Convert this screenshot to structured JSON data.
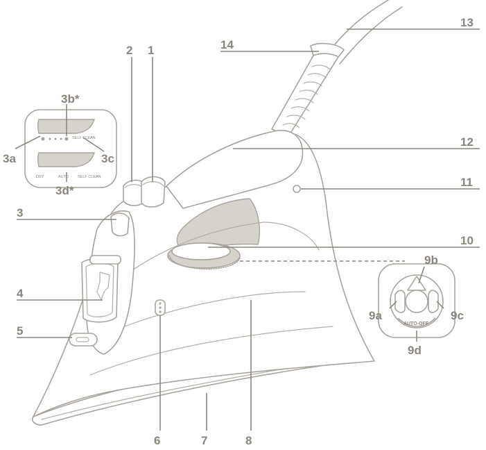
{
  "callouts": {
    "c1": "1",
    "c2": "2",
    "c3": "3",
    "c3a": "3a",
    "c3b": "3b*",
    "c3c": "3c",
    "c3d": "3d*",
    "c4": "4",
    "c5": "5",
    "c6": "6",
    "c7": "7",
    "c8": "8",
    "c9a": "9a",
    "c9b": "9b",
    "c9c": "9c",
    "c9d": "9d",
    "c10": "10",
    "c11": "11",
    "c12": "12",
    "c13": "13",
    "c14": "14"
  },
  "steam_selector": {
    "self_clean_top": "SELF CLEAN",
    "dry": "DRY",
    "auto": "AUTO",
    "self_clean_bottom": "SELF CLEAN"
  },
  "control_panel": {
    "auto_off": "AUTO-OFF"
  },
  "colors": {
    "outline": "#a8a39c",
    "label": "#8a857d",
    "leader": "#8c877f"
  }
}
